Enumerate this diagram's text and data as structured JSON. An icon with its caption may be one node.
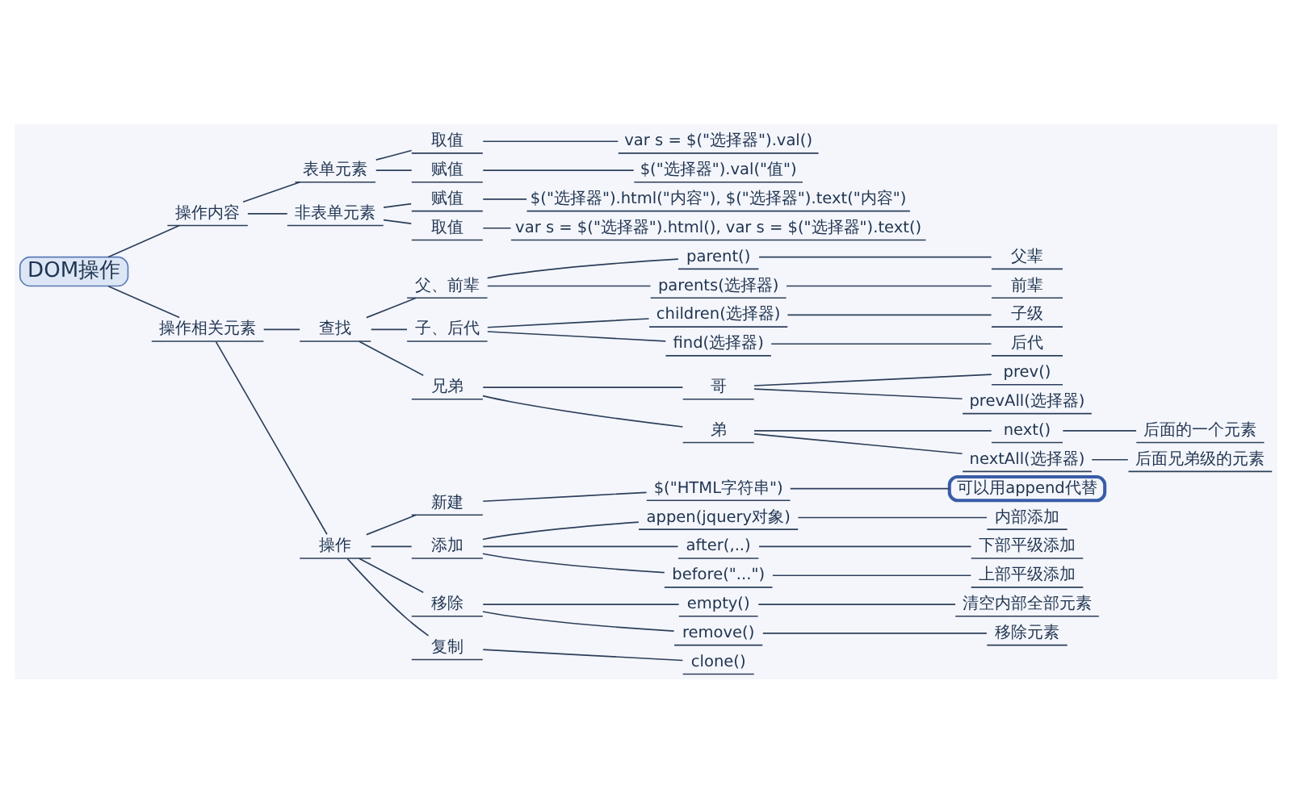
{
  "diagram": {
    "nodes": [
      {
        "text": [
          "DOM操作"
        ]
      },
      {
        "text": [
          "操作内容"
        ]
      },
      {
        "text": [
          "表单元素"
        ]
      },
      {
        "text": [
          "取值"
        ]
      },
      {
        "text": [
          "var s = $(\"选择器\").val()"
        ]
      },
      {
        "text": [
          "赋值"
        ]
      },
      {
        "text": [
          "$(\"选择器\").val(\"值\")"
        ]
      },
      {
        "text": [
          "非表单元素"
        ]
      },
      {
        "text": [
          "赋值"
        ]
      },
      {
        "text": [
          "$(\"选择器\").html(\"内容\"), $(\"选择器\").text(\"内容\")"
        ]
      },
      {
        "text": [
          "取值"
        ]
      },
      {
        "text": [
          "var s = $(\"选择器\").html(), var s = $(\"选择器\").text()"
        ]
      },
      {
        "text": [
          "操作相关元素"
        ]
      },
      {
        "text": [
          "查找"
        ]
      },
      {
        "text": [
          "父、前辈"
        ]
      },
      {
        "text": [
          "parent()"
        ]
      },
      {
        "text": [
          "父辈"
        ]
      },
      {
        "text": [
          "parents(选择器)"
        ]
      },
      {
        "text": [
          "前辈"
        ]
      },
      {
        "text": [
          "子、后代"
        ]
      },
      {
        "text": [
          "children(选择器)"
        ]
      },
      {
        "text": [
          "子级"
        ]
      },
      {
        "text": [
          "find(选择器)"
        ]
      },
      {
        "text": [
          "后代"
        ]
      },
      {
        "text": [
          "兄弟"
        ]
      },
      {
        "text": [
          "哥"
        ]
      },
      {
        "text": [
          "prev()"
        ]
      },
      {
        "text": [
          "prevAll(选择器)"
        ]
      },
      {
        "text": [
          "弟"
        ]
      },
      {
        "text": [
          "next()"
        ]
      },
      {
        "text": [
          "后面的一个元素"
        ]
      },
      {
        "text": [
          "nextAll(选择器)"
        ]
      },
      {
        "text": [
          "后面兄弟级的元素"
        ]
      },
      {
        "text": [
          "操作"
        ]
      },
      {
        "text": [
          "新建"
        ]
      },
      {
        "text": [
          "$(\"HTML字符串\")"
        ]
      },
      {
        "text": [
          "可以用append代替"
        ]
      },
      {
        "text": [
          "添加"
        ]
      },
      {
        "text": [
          "appen(jquery对象)"
        ]
      },
      {
        "text": [
          "内部添加"
        ]
      },
      {
        "text": [
          "after(,..)"
        ]
      },
      {
        "text": [
          "下部平级添加"
        ]
      },
      {
        "text": [
          "before(\"...\")"
        ]
      },
      {
        "text": [
          "上部平级添加"
        ]
      },
      {
        "text": [
          "移除"
        ]
      },
      {
        "text": [
          "empty()"
        ]
      },
      {
        "text": [
          "清空内部全部元素"
        ]
      },
      {
        "text": [
          "remove()"
        ]
      },
      {
        "text": [
          "移除元素"
        ]
      },
      {
        "text": [
          "复制"
        ]
      },
      {
        "text": [
          "clone()"
        ]
      }
    ],
    "edges": [
      {
        "from": 0,
        "to": 1,
        "arrow": "none"
      },
      {
        "from": 1,
        "to": 2,
        "arrow": "none"
      },
      {
        "from": 2,
        "to": 3,
        "arrow": "none"
      },
      {
        "from": 3,
        "to": 4,
        "arrow": "none"
      },
      {
        "from": 2,
        "to": 5,
        "arrow": "none"
      },
      {
        "from": 5,
        "to": 6,
        "arrow": "none"
      },
      {
        "from": 1,
        "to": 7,
        "arrow": "none"
      },
      {
        "from": 7,
        "to": 8,
        "arrow": "none"
      },
      {
        "from": 8,
        "to": 9,
        "arrow": "none"
      },
      {
        "from": 7,
        "to": 10,
        "arrow": "none"
      },
      {
        "from": 10,
        "to": 11,
        "arrow": "none"
      },
      {
        "from": 0,
        "to": 12,
        "arrow": "none"
      },
      {
        "from": 12,
        "to": 13,
        "arrow": "none"
      },
      {
        "from": 13,
        "to": 14,
        "arrow": "none"
      },
      {
        "from": 14,
        "to": 15,
        "arrow": "none"
      },
      {
        "from": 15,
        "to": 16,
        "arrow": "none"
      },
      {
        "from": 14,
        "to": 17,
        "arrow": "none"
      },
      {
        "from": 17,
        "to": 18,
        "arrow": "none"
      },
      {
        "from": 13,
        "to": 19,
        "arrow": "none"
      },
      {
        "from": 19,
        "to": 20,
        "arrow": "none"
      },
      {
        "from": 20,
        "to": 21,
        "arrow": "none"
      },
      {
        "from": 19,
        "to": 22,
        "arrow": "none"
      },
      {
        "from": 22,
        "to": 23,
        "arrow": "none"
      },
      {
        "from": 13,
        "to": 24,
        "arrow": "none"
      },
      {
        "from": 24,
        "to": 25,
        "arrow": "none"
      },
      {
        "from": 25,
        "to": 26,
        "arrow": "none"
      },
      {
        "from": 25,
        "to": 27,
        "arrow": "none"
      },
      {
        "from": 24,
        "to": 28,
        "arrow": "none"
      },
      {
        "from": 28,
        "to": 29,
        "arrow": "none"
      },
      {
        "from": 29,
        "to": 30,
        "arrow": "none"
      },
      {
        "from": 28,
        "to": 31,
        "arrow": "none"
      },
      {
        "from": 31,
        "to": 32,
        "arrow": "none"
      },
      {
        "from": 12,
        "to": 33,
        "arrow": "none"
      },
      {
        "from": 33,
        "to": 34,
        "arrow": "none"
      },
      {
        "from": 34,
        "to": 35,
        "arrow": "none"
      },
      {
        "from": 35,
        "to": 36,
        "arrow": "none"
      },
      {
        "from": 33,
        "to": 37,
        "arrow": "none"
      },
      {
        "from": 37,
        "to": 38,
        "arrow": "none"
      },
      {
        "from": 38,
        "to": 39,
        "arrow": "none"
      },
      {
        "from": 37,
        "to": 40,
        "arrow": "none"
      },
      {
        "from": 40,
        "to": 41,
        "arrow": "none"
      },
      {
        "from": 37,
        "to": 42,
        "arrow": "none"
      },
      {
        "from": 42,
        "to": 43,
        "arrow": "none"
      },
      {
        "from": 33,
        "to": 44,
        "arrow": "none"
      },
      {
        "from": 44,
        "to": 45,
        "arrow": "none"
      },
      {
        "from": 45,
        "to": 46,
        "arrow": "none"
      },
      {
        "from": 44,
        "to": 47,
        "arrow": "none"
      },
      {
        "from": 47,
        "to": 48,
        "arrow": "none"
      },
      {
        "from": 33,
        "to": 49,
        "arrow": "none"
      },
      {
        "from": 49,
        "to": 50,
        "arrow": "none"
      }
    ]
  }
}
